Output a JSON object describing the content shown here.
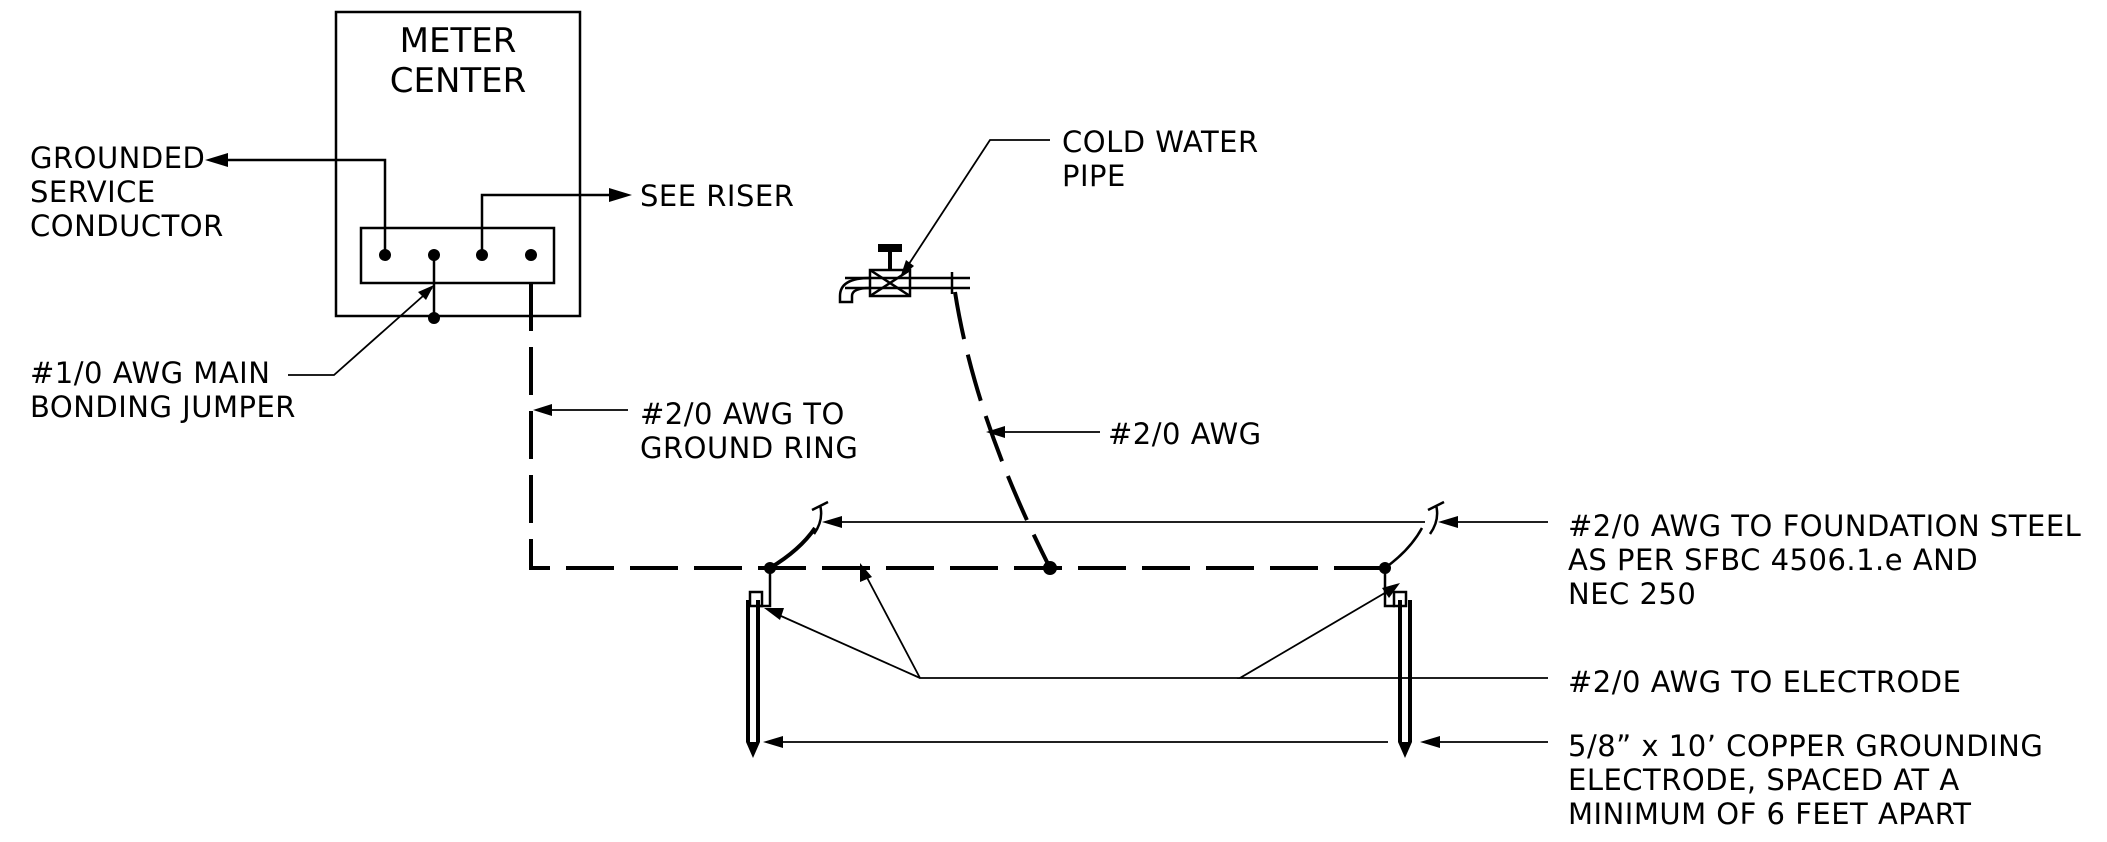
{
  "meter_center": {
    "title_line1": "METER",
    "title_line2": "CENTER"
  },
  "labels": {
    "grounded_service_conductor": [
      "GROUNDED",
      "SERVICE",
      "CONDUCTOR"
    ],
    "see_riser": "SEE RISER",
    "main_bonding_jumper": [
      "#1/0 AWG MAIN",
      "BONDING JUMPER"
    ],
    "to_ground_ring": [
      "#2/0 AWG TO",
      "GROUND RING"
    ],
    "cold_water_pipe": [
      "COLD WATER",
      "PIPE"
    ],
    "awg_pipe": "#2/0 AWG",
    "foundation_steel": [
      "#2/0 AWG TO FOUNDATION STEEL",
      "AS PER SFBC 4506.1.e AND",
      "NEC 250"
    ],
    "to_electrode": "#2/0 AWG TO ELECTRODE",
    "grounding_electrode": [
      "5/8” x 10’ COPPER GROUNDING",
      "ELECTRODE, SPACED AT A",
      "MINIMUM OF 6 FEET APART"
    ]
  }
}
